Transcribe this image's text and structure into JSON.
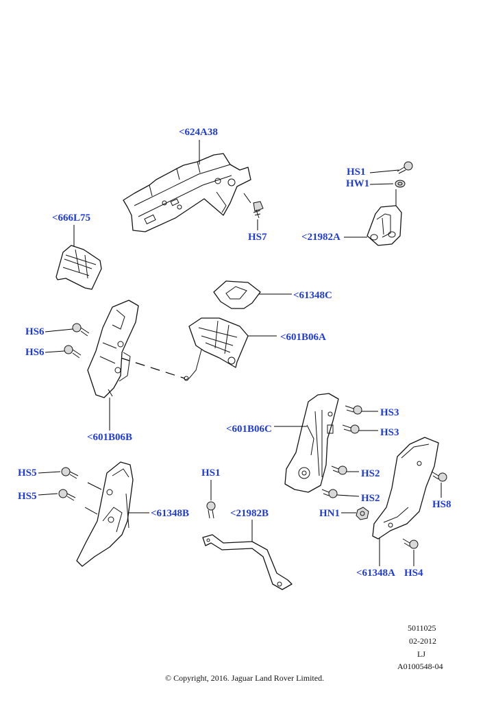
{
  "callouts": {
    "c624A38": "<624A38",
    "hs7": "HS7",
    "hs1_top": "HS1",
    "hw1": "HW1",
    "c21982A": "<21982A",
    "c666L75": "<666L75",
    "c61348C": "<61348C",
    "c601B06A": "<601B06A",
    "hs6_a": "HS6",
    "hs6_b": "HS6",
    "c601B06B": "<601B06B",
    "c601B06C": "<601B06C",
    "hs3_a": "HS3",
    "hs3_b": "HS3",
    "hs2_a": "HS2",
    "hs2_b": "HS2",
    "hn1": "HN1",
    "hs8": "HS8",
    "c61348A": "<61348A",
    "hs4": "HS4",
    "hs5_a": "HS5",
    "hs5_b": "HS5",
    "hs1_bottom": "HS1",
    "c61348B": "<61348B",
    "c21982B": "<21982B"
  },
  "footer": {
    "line1": "5011025",
    "line2": "02-2012",
    "line3": "LJ",
    "line4": "A0100548-04",
    "copyright": "© Copyright, 2016. Jaguar Land Rover Limited."
  },
  "colors": {
    "callout": "#1f3bd6",
    "linework": "#111111",
    "background": "#ffffff"
  }
}
